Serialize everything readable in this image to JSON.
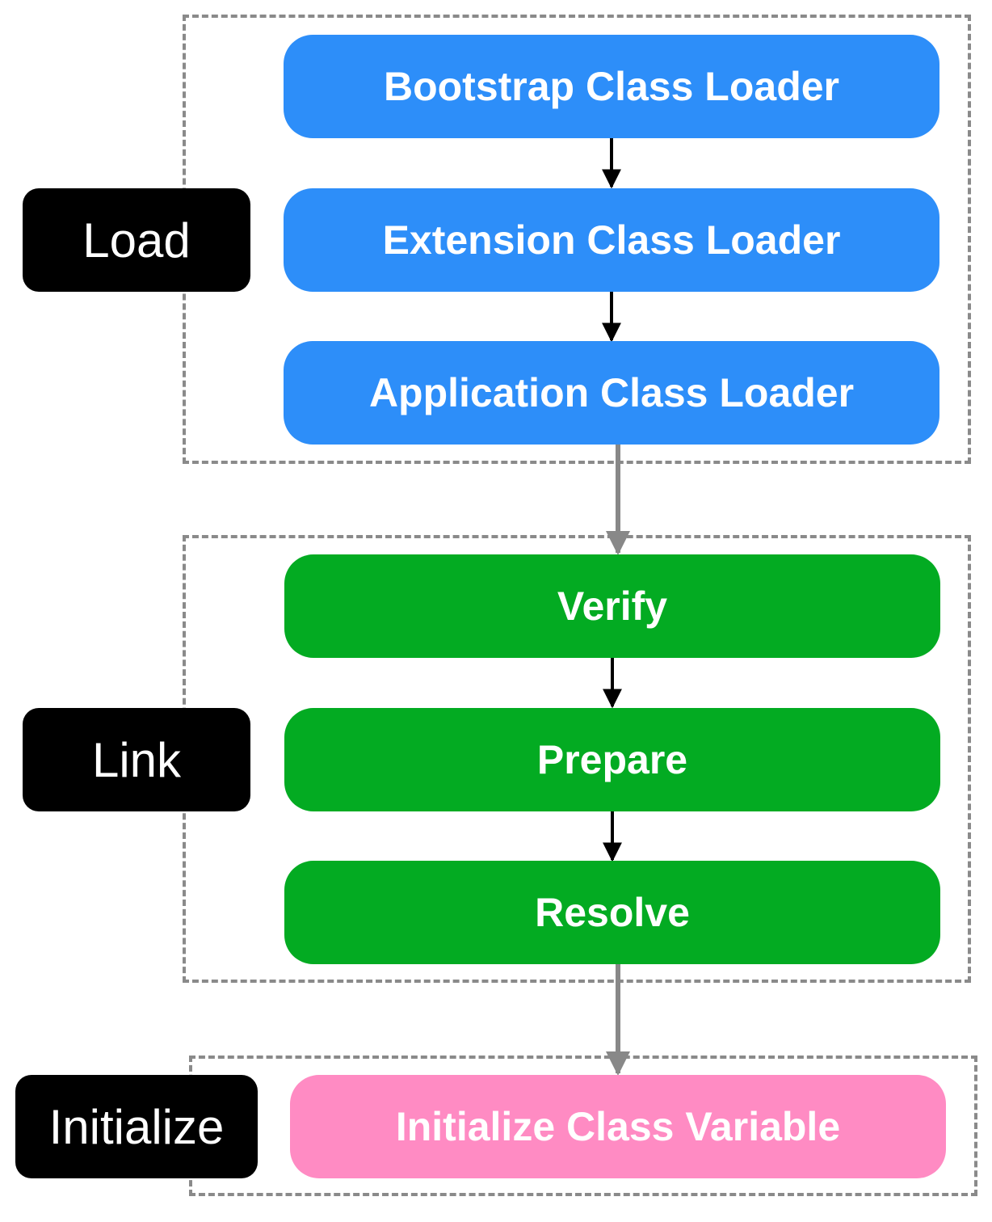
{
  "colors": {
    "load": "#2d8ef9",
    "link": "#03ab22",
    "initialize": "#ff8bc3",
    "phase_label_bg": "#000000",
    "group_border": "#8a8a8a",
    "inner_arrow": "#000000",
    "between_arrow": "#888888"
  },
  "load": {
    "label": "Load",
    "steps": [
      "Bootstrap Class Loader",
      "Extension Class Loader",
      "Application Class Loader"
    ]
  },
  "link": {
    "label": "Link",
    "steps": [
      "Verify",
      "Prepare",
      "Resolve"
    ]
  },
  "initialize": {
    "label": "Initialize",
    "steps": [
      "Initialize Class Variable"
    ]
  }
}
